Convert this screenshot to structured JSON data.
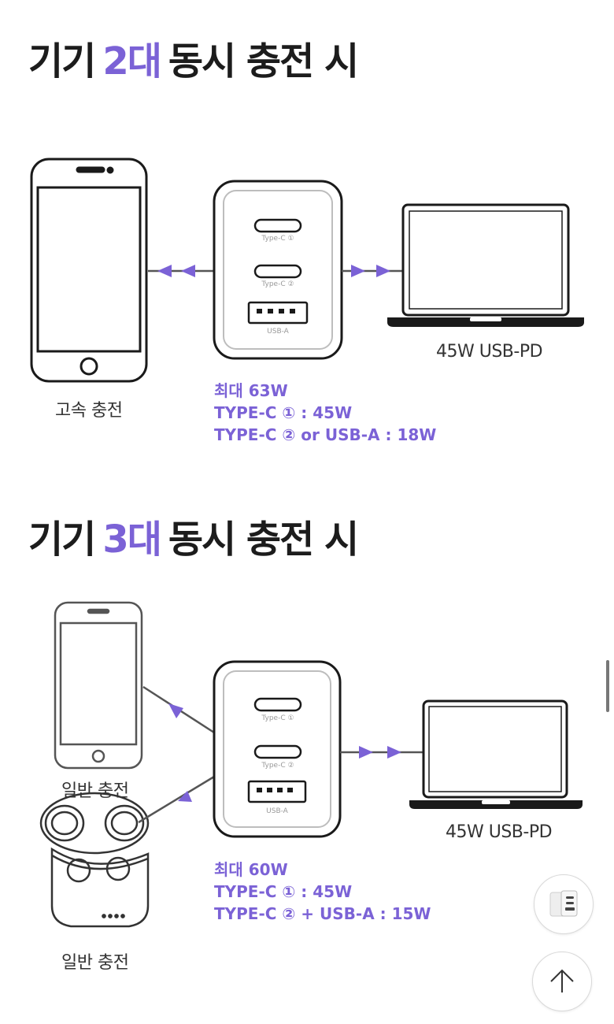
{
  "section1": {
    "title_prefix": "기기",
    "title_count": "2대",
    "title_suffix": "동시 충전 시",
    "phone_label": "고속 충전",
    "laptop_label": "45W USB-PD",
    "ports": {
      "c1": "Type-C ①",
      "c2": "Type-C ②",
      "a": "USB-A"
    },
    "spec_lines": [
      "최대 63W",
      "TYPE-C ① : 45W",
      "TYPE-C ② or USB-A : 18W"
    ]
  },
  "section2": {
    "title_prefix": "기기",
    "title_count": "3대",
    "title_suffix": "동시 충전 시",
    "phone_label": "일반 충전",
    "earbuds_label": "일반 충전",
    "laptop_label": "45W USB-PD",
    "ports": {
      "c1": "Type-C ①",
      "c2": "Type-C ②",
      "a": "USB-A"
    },
    "spec_lines": [
      "최대 60W",
      "TYPE-C ① : 45W",
      "TYPE-C ② + USB-A : 15W"
    ]
  },
  "colors": {
    "accent": "#7b62d6",
    "title": "#1c1c1c",
    "line": "#555555"
  },
  "floating": {
    "product_icon": "charger-thumbnail-icon",
    "top_icon": "arrow-up-icon"
  }
}
